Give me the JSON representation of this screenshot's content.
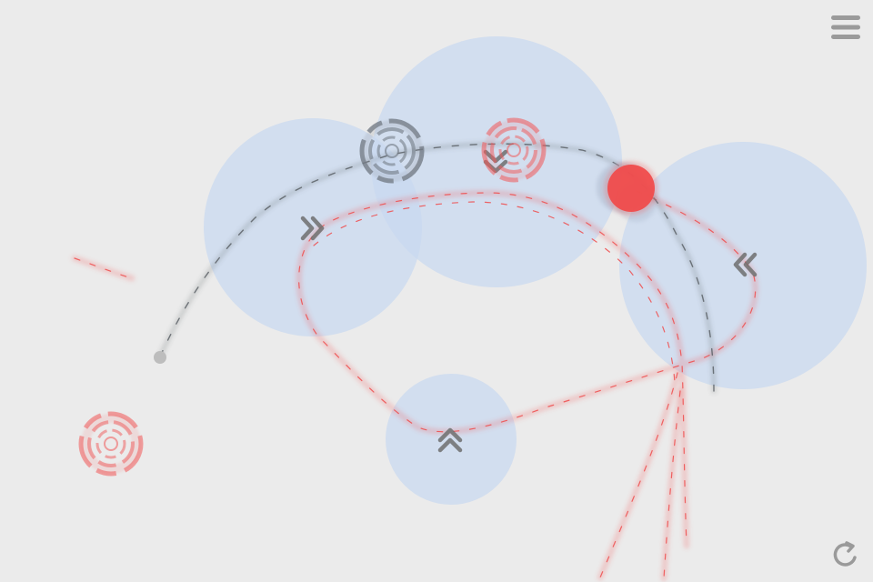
{
  "game": {
    "title": "",
    "colors": {
      "background": "#ebebeb",
      "orbit_zone": "#c8d8f0",
      "player": "#f04b4b",
      "player_trail": "#f05a5a",
      "ghost": "#6e7680",
      "ghost_trail": "#555a60",
      "chevron": "#6e6e6e",
      "ui_icon": "#9a9a9a"
    },
    "orbit_zones": [
      {
        "name": "orbit-zone-left",
        "chevron_direction": "right"
      },
      {
        "name": "orbit-zone-top",
        "chevron_direction": "down"
      },
      {
        "name": "orbit-zone-right",
        "chevron_direction": "left"
      },
      {
        "name": "orbit-zone-bottom",
        "chevron_direction": "up"
      }
    ],
    "targets": [
      {
        "name": "red-target-ring",
        "state": "active"
      },
      {
        "name": "red-target-ring",
        "state": "active"
      },
      {
        "name": "grey-target-ring",
        "state": "reached"
      }
    ],
    "player": {
      "name": "red-player-ball",
      "state": "moving"
    },
    "hud": {
      "menu_icon": "hamburger-menu-icon",
      "restart_icon": "restart-arrow-icon"
    }
  }
}
